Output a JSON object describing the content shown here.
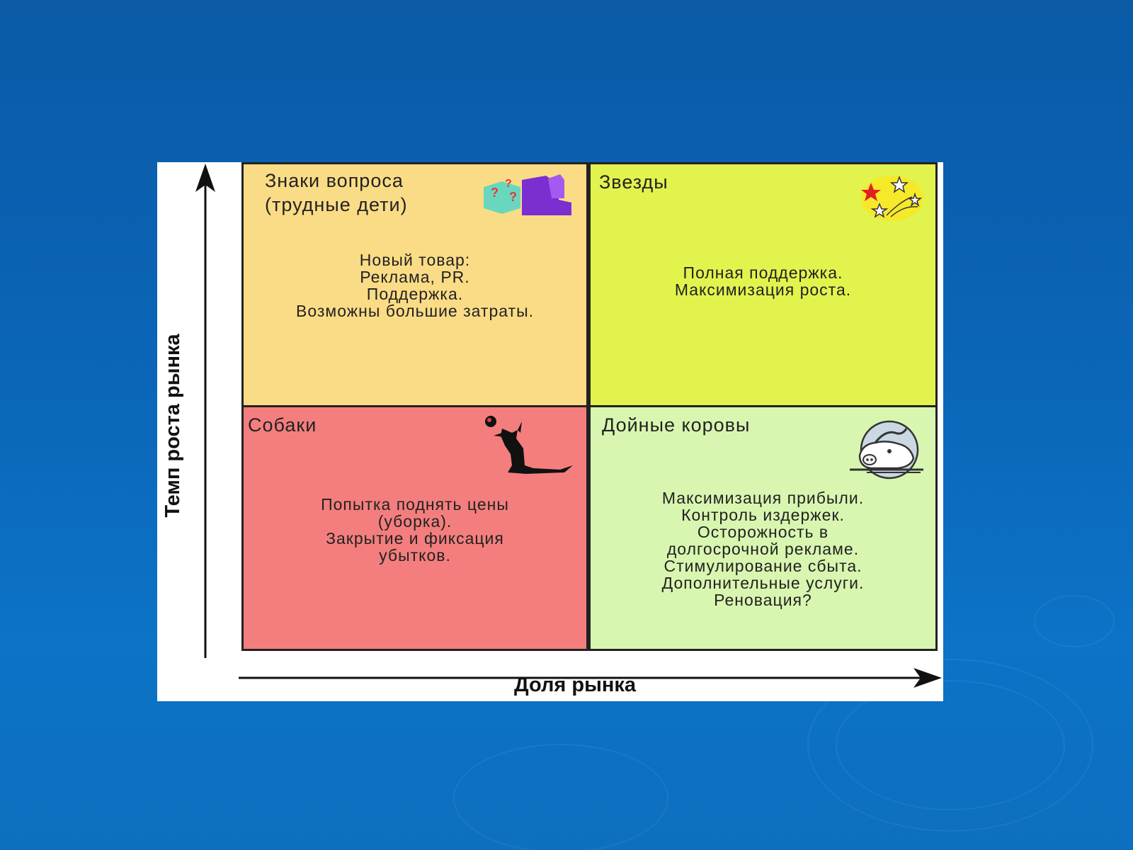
{
  "axes": {
    "y_label": "Темп роста рынка",
    "x_label": "Доля рынка"
  },
  "quadrants": {
    "question_marks": {
      "title_lines": [
        "Знаки вопроса",
        "(трудные дети)"
      ],
      "body_lines": [
        "Новый товар:",
        "Реклама,  PR.",
        "Поддержка.",
        "Возможны большие затраты."
      ],
      "icon": "question-marks-icon",
      "color": "#fbdc86"
    },
    "stars": {
      "title": "Звезды",
      "body_lines": [
        "Полная поддержка.",
        "Максимизация роста."
      ],
      "icon": "stars-icon",
      "color": "#e2f34d"
    },
    "dogs": {
      "title": "Собаки",
      "body_lines": [
        "Попытка поднять цены",
        "(уборка).",
        "Закрытие и фиксация",
        "убытков."
      ],
      "icon": "dog-icon",
      "color": "#f47e7e"
    },
    "cash_cows": {
      "title": "Дойные коровы",
      "body_lines": [
        "Максимизация прибыли.",
        "Контроль издержек.",
        "Осторожность в",
        "долгосрочной рекламе.",
        "Стимулирование сбыта.",
        "Дополнительные услуги.",
        "Реновация?"
      ],
      "icon": "cow-icon",
      "color": "#d8f6b0"
    }
  }
}
